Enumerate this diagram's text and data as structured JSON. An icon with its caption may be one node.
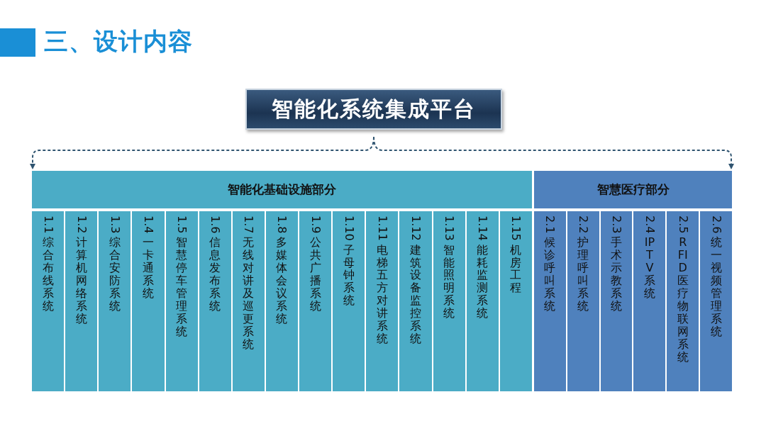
{
  "diagram": {
    "title": "三、设计内容",
    "nodes": [
      {
        "text": [
          "智能化系统集成平台"
        ]
      },
      {
        "text": [
          "智能化基础设施部分"
        ]
      },
      {
        "text": [
          "1.1",
          "综合布线系统"
        ]
      },
      {
        "text": [
          "1.2",
          "计算机网络系统"
        ]
      },
      {
        "text": [
          "1.3",
          "综合安防系统"
        ]
      },
      {
        "text": [
          "1.4",
          "一卡通系统"
        ]
      },
      {
        "text": [
          "1.5",
          "智慧停车管理系统"
        ]
      },
      {
        "text": [
          "1.6",
          "信息发布系统"
        ]
      },
      {
        "text": [
          "1.7",
          "无线对讲及巡更系统"
        ]
      },
      {
        "text": [
          "1.8",
          "多媒体会议系统"
        ]
      },
      {
        "text": [
          "1.9",
          "公共广播系统"
        ]
      },
      {
        "text": [
          "1.10",
          "子母钟系统"
        ]
      },
      {
        "text": [
          "1.11",
          "电梯五方对讲系统"
        ]
      },
      {
        "text": [
          "1.12",
          "建筑设备监控系统"
        ]
      },
      {
        "text": [
          "1.13",
          "智能照明系统"
        ]
      },
      {
        "text": [
          "1.14",
          "能耗监测系统"
        ]
      },
      {
        "text": [
          "1.15",
          "机房工程"
        ]
      },
      {
        "text": [
          "智慧医疗部分"
        ]
      },
      {
        "text": [
          "2.1",
          "候诊呼叫系统"
        ]
      },
      {
        "text": [
          "2.2",
          "护理呼叫系统"
        ]
      },
      {
        "text": [
          "2.3",
          "手术示教系统"
        ]
      },
      {
        "text": [
          "2.4",
          "IPTV系统"
        ]
      },
      {
        "text": [
          "2.5",
          "RFID医疗物联网系统"
        ]
      },
      {
        "text": [
          "2.6",
          "统一视频管理系统"
        ]
      }
    ],
    "edges": [
      {
        "from": 0,
        "to": 1,
        "arrow": "to",
        "style": "dashed"
      },
      {
        "from": 0,
        "to": 17,
        "arrow": "to",
        "style": "dashed"
      }
    ]
  }
}
